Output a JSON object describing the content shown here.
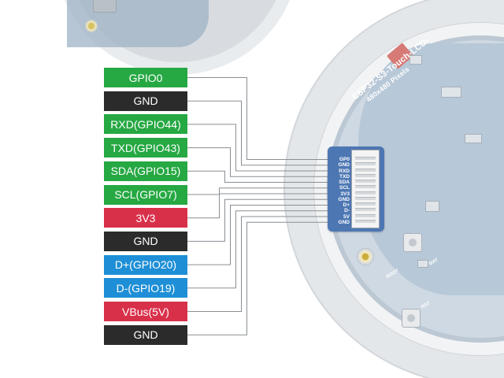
{
  "pins": [
    {
      "label": "GPIO0",
      "color": "#26a843"
    },
    {
      "label": "GND",
      "color": "#2b2b2b"
    },
    {
      "label": "RXD(GPIO44)",
      "color": "#26a843"
    },
    {
      "label": "TXD(GPIO43)",
      "color": "#26a843"
    },
    {
      "label": "SDA(GPIO15)",
      "color": "#26a843"
    },
    {
      "label": "SCL(GPIO7)",
      "color": "#26a843"
    },
    {
      "label": "3V3",
      "color": "#d9304a"
    },
    {
      "label": "GND",
      "color": "#2b2b2b"
    },
    {
      "label": "D+(GPIO20)",
      "color": "#1e8fd6"
    },
    {
      "label": "D-(GPIO19)",
      "color": "#1e8fd6"
    },
    {
      "label": "VBus(5V)",
      "color": "#d9304a"
    },
    {
      "label": "GND",
      "color": "#2b2b2b"
    }
  ],
  "connector": {
    "pin_labels": [
      "GP0",
      "GND",
      "RXD",
      "TXD",
      "SDA",
      "SCL",
      "3V3",
      "GND",
      "D+",
      "D-",
      "5V",
      "GND"
    ],
    "color": "#4d77b3"
  },
  "board": {
    "model_text": "ESP32-S3-Touch-LCD-",
    "resolution_text": "480x480 Pixels",
    "boot_text": "BOOT",
    "bat_text": "BAT",
    "rst_text": "RST"
  },
  "wire_color": "#8a8f94"
}
